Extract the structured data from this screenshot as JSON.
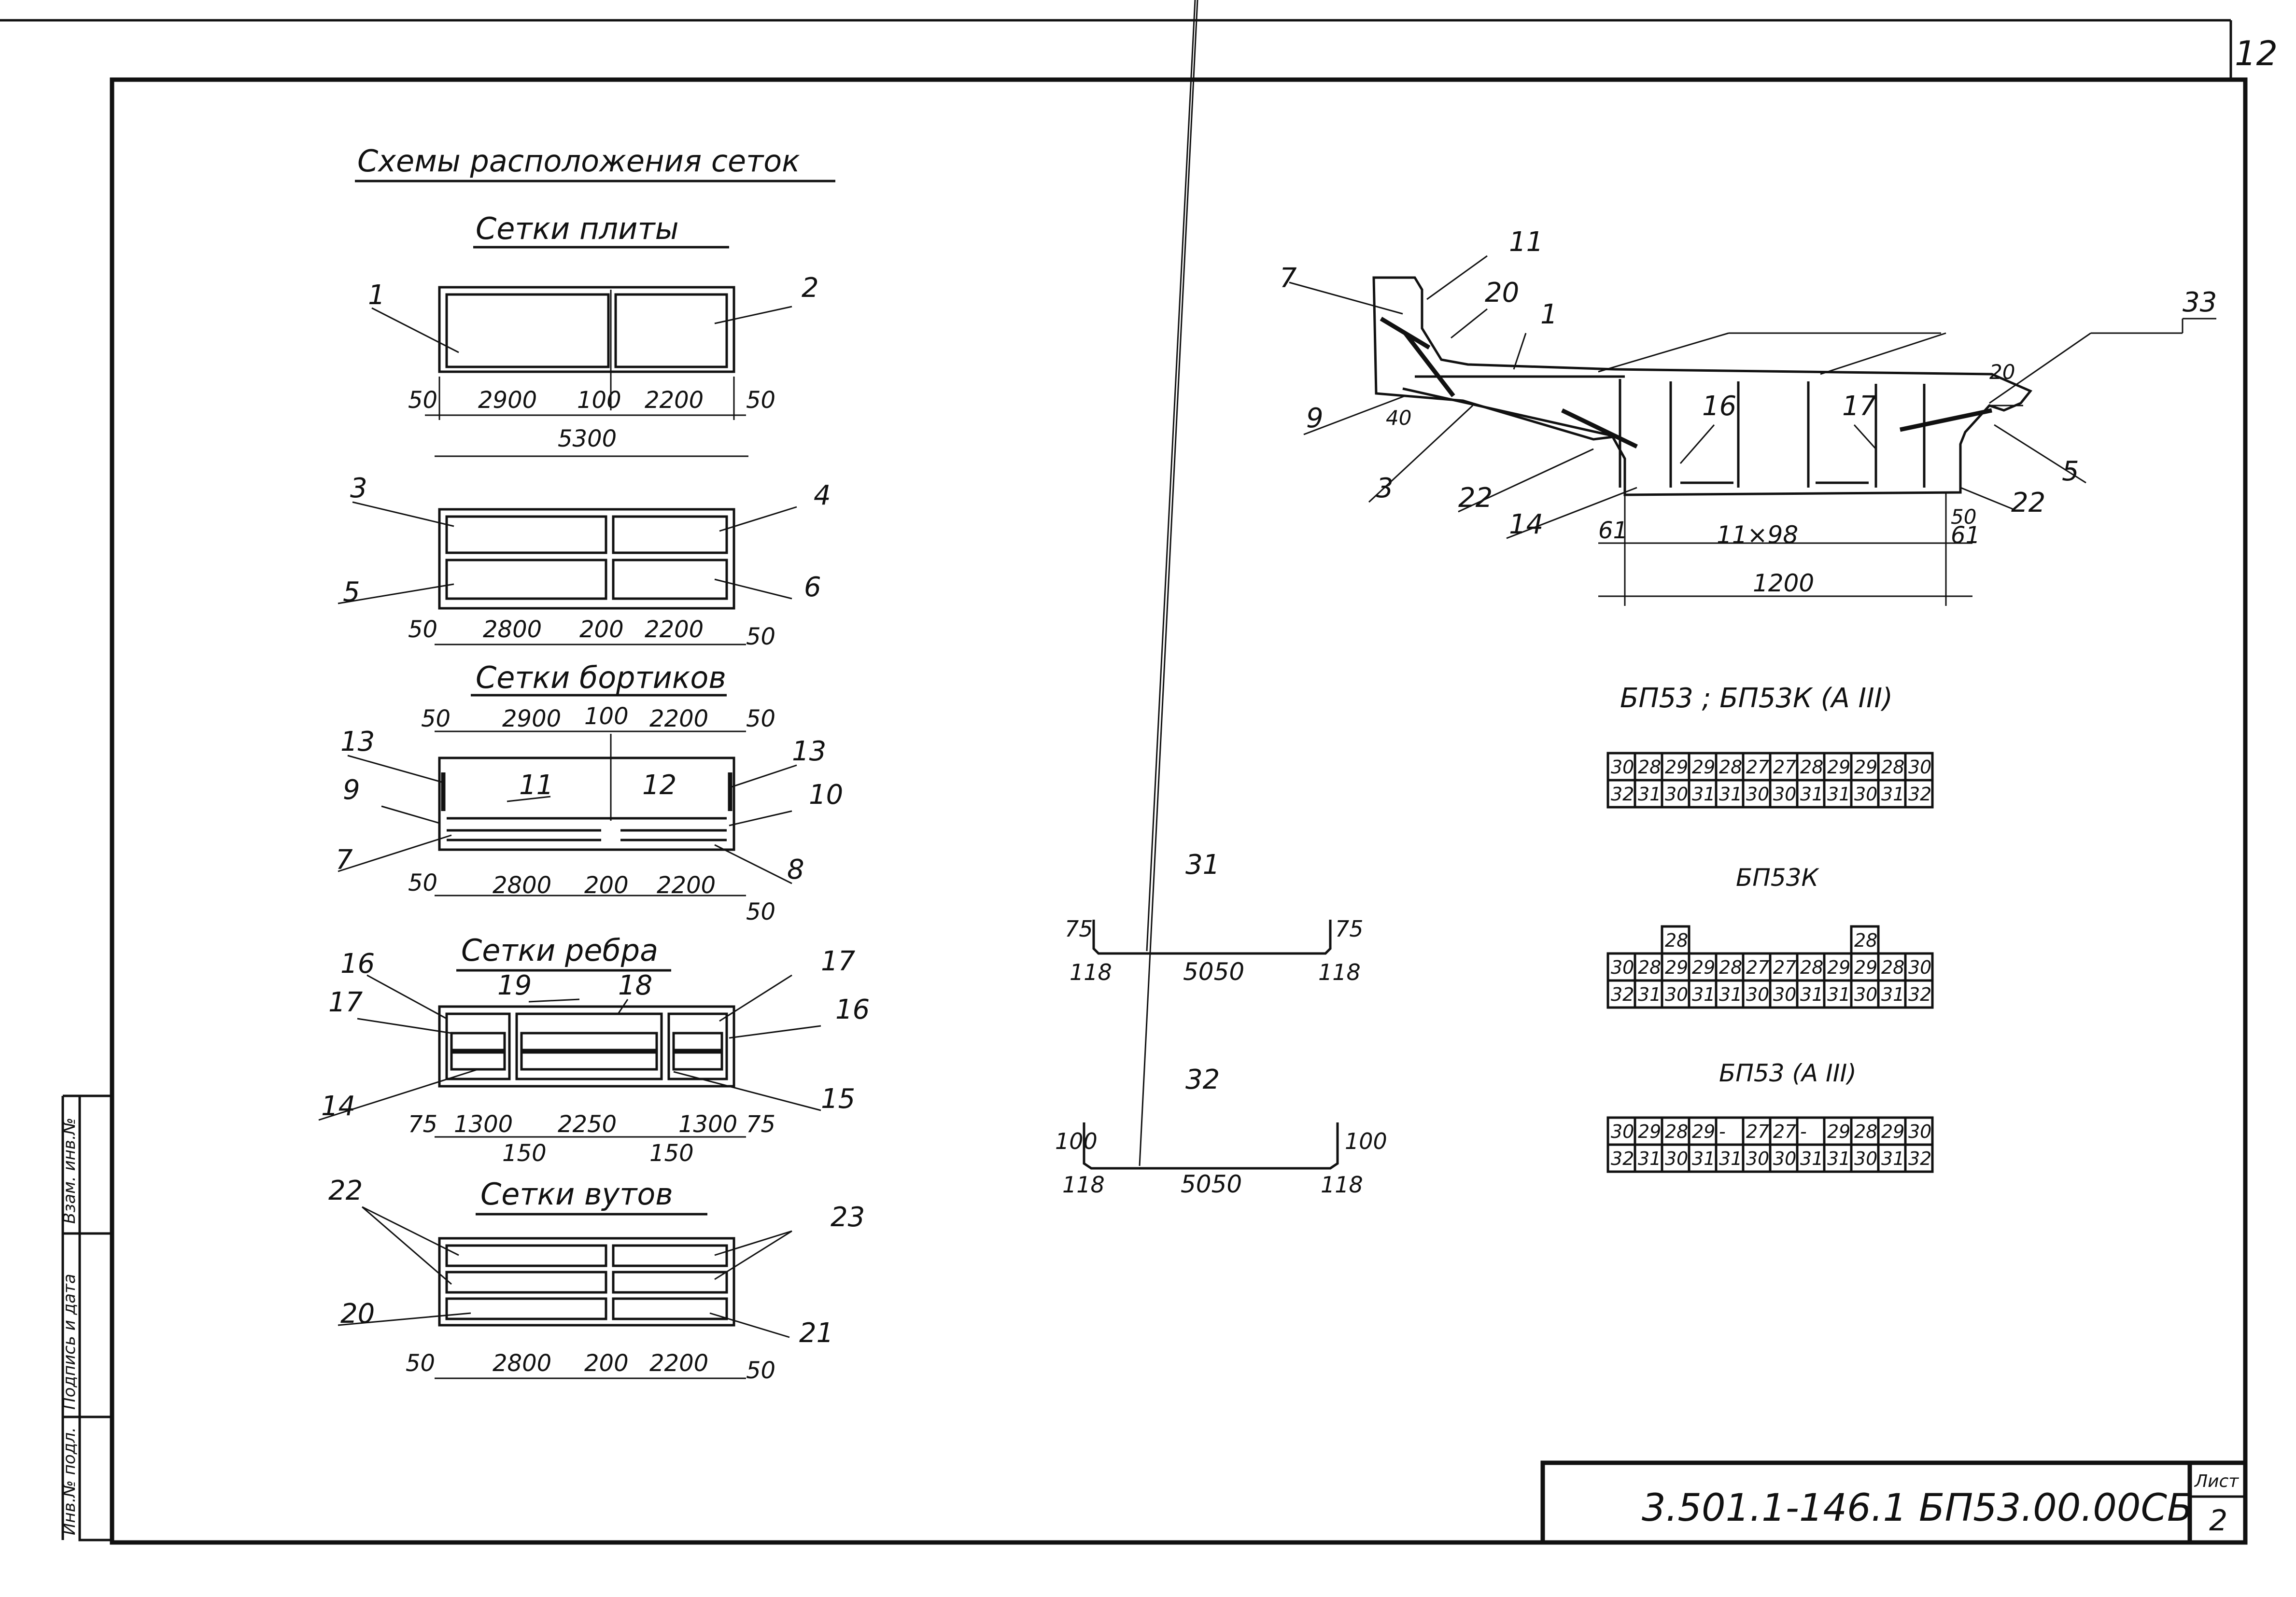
{
  "page_number": "12",
  "titles": {
    "main": "Схемы расположения сеток",
    "plate": "Сетки плиты",
    "borders": "Сетки бортиков",
    "rib": "Сетки ребра",
    "butt": "Сетки вутов"
  },
  "plate1": {
    "labels": [
      "1",
      "2"
    ],
    "dims": [
      "50",
      "2900",
      "100",
      "2200",
      "50"
    ],
    "total": "5300"
  },
  "plate2": {
    "labels": [
      "3",
      "4",
      "5",
      "6"
    ],
    "dims": [
      "50",
      "2800",
      "200",
      "2200",
      "50"
    ]
  },
  "borders": {
    "labels": [
      "13",
      "11",
      "12",
      "13",
      "9",
      "10",
      "7",
      "8"
    ],
    "dims_top": [
      "50",
      "2900",
      "100",
      "2200",
      "50"
    ],
    "dims_bottom": [
      "50",
      "2800",
      "200",
      "2200",
      "50"
    ]
  },
  "rib": {
    "labels": [
      "16",
      "19",
      "18",
      "17",
      "17",
      "16",
      "14",
      "15"
    ],
    "dims": [
      "75",
      "1300",
      "150",
      "2250",
      "150",
      "1300",
      "75"
    ]
  },
  "butt": {
    "labels": [
      "22",
      "23",
      "20",
      "21"
    ],
    "dims": [
      "50",
      "2800",
      "200",
      "2200",
      "50"
    ]
  },
  "section": {
    "labels": [
      "7",
      "11",
      "20",
      "1",
      "33",
      "9",
      "40",
      "3",
      "22",
      "14",
      "16",
      "17",
      "20",
      "5",
      "22",
      "61",
      "61",
      "50"
    ],
    "dims": [
      "11×98",
      "1200"
    ]
  },
  "bar31": {
    "label": "31",
    "left_hook": "75",
    "right_hook": "75",
    "left_off": "118",
    "right_off": "118",
    "length": "5050"
  },
  "bar32": {
    "label": "32",
    "left_hook": "100",
    "right_hook": "100",
    "left_off": "118",
    "right_off": "118",
    "length": "5050"
  },
  "tables": {
    "t1": {
      "caption": "БП53 ; БП53К (А III)",
      "rows": [
        [
          "30",
          "28",
          "29",
          "29",
          "28",
          "27",
          "27",
          "28",
          "29",
          "29",
          "28",
          "30"
        ],
        [
          "32",
          "31",
          "30",
          "31",
          "31",
          "30",
          "30",
          "31",
          "31",
          "30",
          "31",
          "32"
        ]
      ]
    },
    "t2": {
      "caption": "БП53К",
      "extra": [
        "28",
        "28"
      ],
      "rows": [
        [
          "30",
          "28",
          "29",
          "29",
          "28",
          "27",
          "27",
          "28",
          "29",
          "29",
          "28",
          "30"
        ],
        [
          "32",
          "31",
          "30",
          "31",
          "31",
          "30",
          "30",
          "31",
          "31",
          "30",
          "31",
          "32"
        ]
      ]
    },
    "t3": {
      "caption": "БП53 (А III)",
      "rows": [
        [
          "30",
          "29",
          "28",
          "29",
          "-",
          "27",
          "27",
          "-",
          "29",
          "28",
          "29",
          "30"
        ],
        [
          "32",
          "31",
          "30",
          "31",
          "31",
          "30",
          "30",
          "31",
          "31",
          "30",
          "31",
          "32"
        ]
      ]
    }
  },
  "side_stamp": [
    "Инв.№ подл.",
    "Подпись и дата",
    "Взам. инв.№"
  ],
  "title_block": {
    "code": "3.501.1-146.1  БП53.00.00СБ",
    "sheet_label": "Лист",
    "sheet": "2"
  }
}
